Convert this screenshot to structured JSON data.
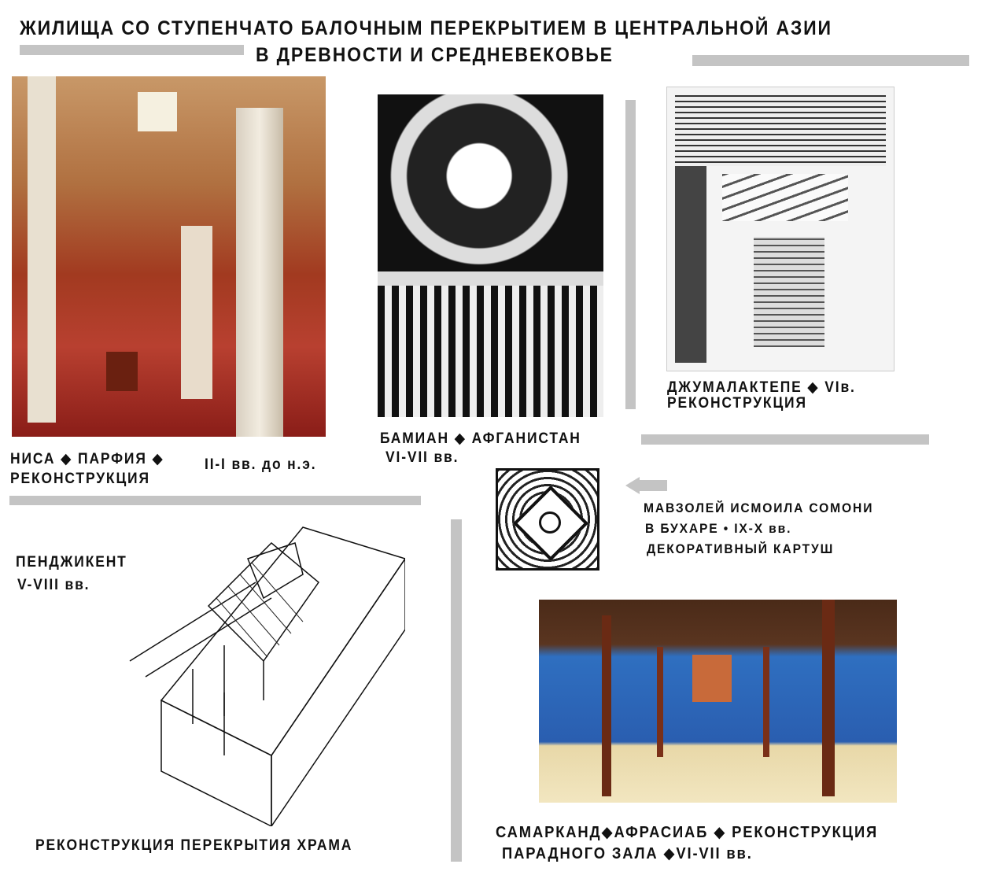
{
  "title": {
    "line1": "ЖИЛИЩА СО СТУПЕНЧАТО БАЛОЧНЫМ ПЕРЕКРЫТИЕМ  В  ЦЕНТРАЛЬНОЙ  АЗИИ",
    "line2": "В ДРЕВНОСТИ И СРЕДНЕВЕКОВЬЕ"
  },
  "nisa": {
    "line1": "НИСА ◆ ПАРФИЯ ◆",
    "date": "II-I вв. до н.э.",
    "line2": "РЕКОНСТРУКЦИЯ"
  },
  "bamian": {
    "line1": "БАМИАН  ◆ АФГАНИСТАН",
    "date": "VI-VII вв."
  },
  "djuma": {
    "line1": "ДЖУМАЛАКТЕПЕ  ◆ VIв.",
    "line2": "РЕКОНСТРУКЦИЯ"
  },
  "mausoleum": {
    "line1": "МАВЗОЛЕЙ  ИСМОИЛА  СОМОНИ",
    "line2": "В  БУХАРЕ • IX-X вв.",
    "line3": "ДЕКОРАТИВНЫЙ  КАРТУШ"
  },
  "penjikent": {
    "line1": "ПЕНДЖИКЕНТ",
    "date": "V-VIII вв.",
    "caption": "РЕКОНСТРУКЦИЯ  ПЕРЕКРЫТИЯ  ХРАМА"
  },
  "samarkand": {
    "line1": "САМАРКАНД◆АФРАСИАБ ◆ РЕКОНСТРУКЦИЯ",
    "line2": "ПАРАДНОГО ЗАЛА ◆VI-VII вв."
  }
}
